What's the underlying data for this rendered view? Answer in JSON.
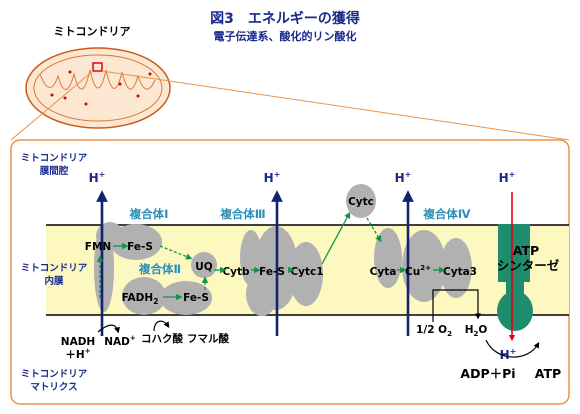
{
  "header": {
    "title": "図3　エネルギーの獲得",
    "subtitle": "電子伝達系、酸化的リン酸化"
  },
  "mitochondrion_label": "ミトコンドリア",
  "regions": {
    "intermembrane_line1": "ミトコンドリア",
    "intermembrane_line2": "膜間腔",
    "inner_line1": "ミトコンドリア",
    "inner_line2": "内膜",
    "matrix_line1": "ミトコンドリア",
    "matrix_line2": "マトリクス"
  },
  "complexes": {
    "c1": "複合体Ⅰ",
    "c2": "複合体Ⅱ",
    "c3": "複合体Ⅲ",
    "c4": "複合体Ⅳ",
    "atp_line1": "ATP",
    "atp_line2": "シンターゼ"
  },
  "molecules": {
    "fmn": "FMN",
    "fes1": "Fe-S",
    "fadh2": "FADH",
    "fadh2_sub": "2",
    "fes2": "Fe-S",
    "uq": "UQ",
    "cytb": "Cytb",
    "fes3": "Fe-S",
    "cytc1": "Cytc1",
    "cytc": "Cytc",
    "cyta": "Cyta",
    "cu": "Cu",
    "cu_sup": "2+",
    "cyta3": "Cyta3"
  },
  "substrates": {
    "nadh": "NADH",
    "plus_h": "＋H",
    "plus_h_sup": "+",
    "nad_main": "NAD",
    "nad_sup": "+",
    "succinate": "コハク酸",
    "fumarate": "フマル酸",
    "o2_main": "1/2 O",
    "o2_sub": "2",
    "h2o_h": "H",
    "h2o_sub": "2",
    "h2o_o": "O",
    "adp": "ADP＋Pi",
    "atp": "ATP"
  },
  "proton": {
    "h": "H",
    "sup": "+"
  },
  "colors": {
    "title_blue": "#1a2a8c",
    "complex_cyan": "#2a8fb8",
    "membrane_yellow": "#fdf7c0",
    "protein_gray": "#b1b1b1",
    "atp_synthase_green": "#1f8c6e",
    "atp_red": "#e60012",
    "panel_border": "#e8944a",
    "mito_fill": "#fbe7d2",
    "arrow_green": "#11934a",
    "h_arrow_navy": "#15236e"
  }
}
